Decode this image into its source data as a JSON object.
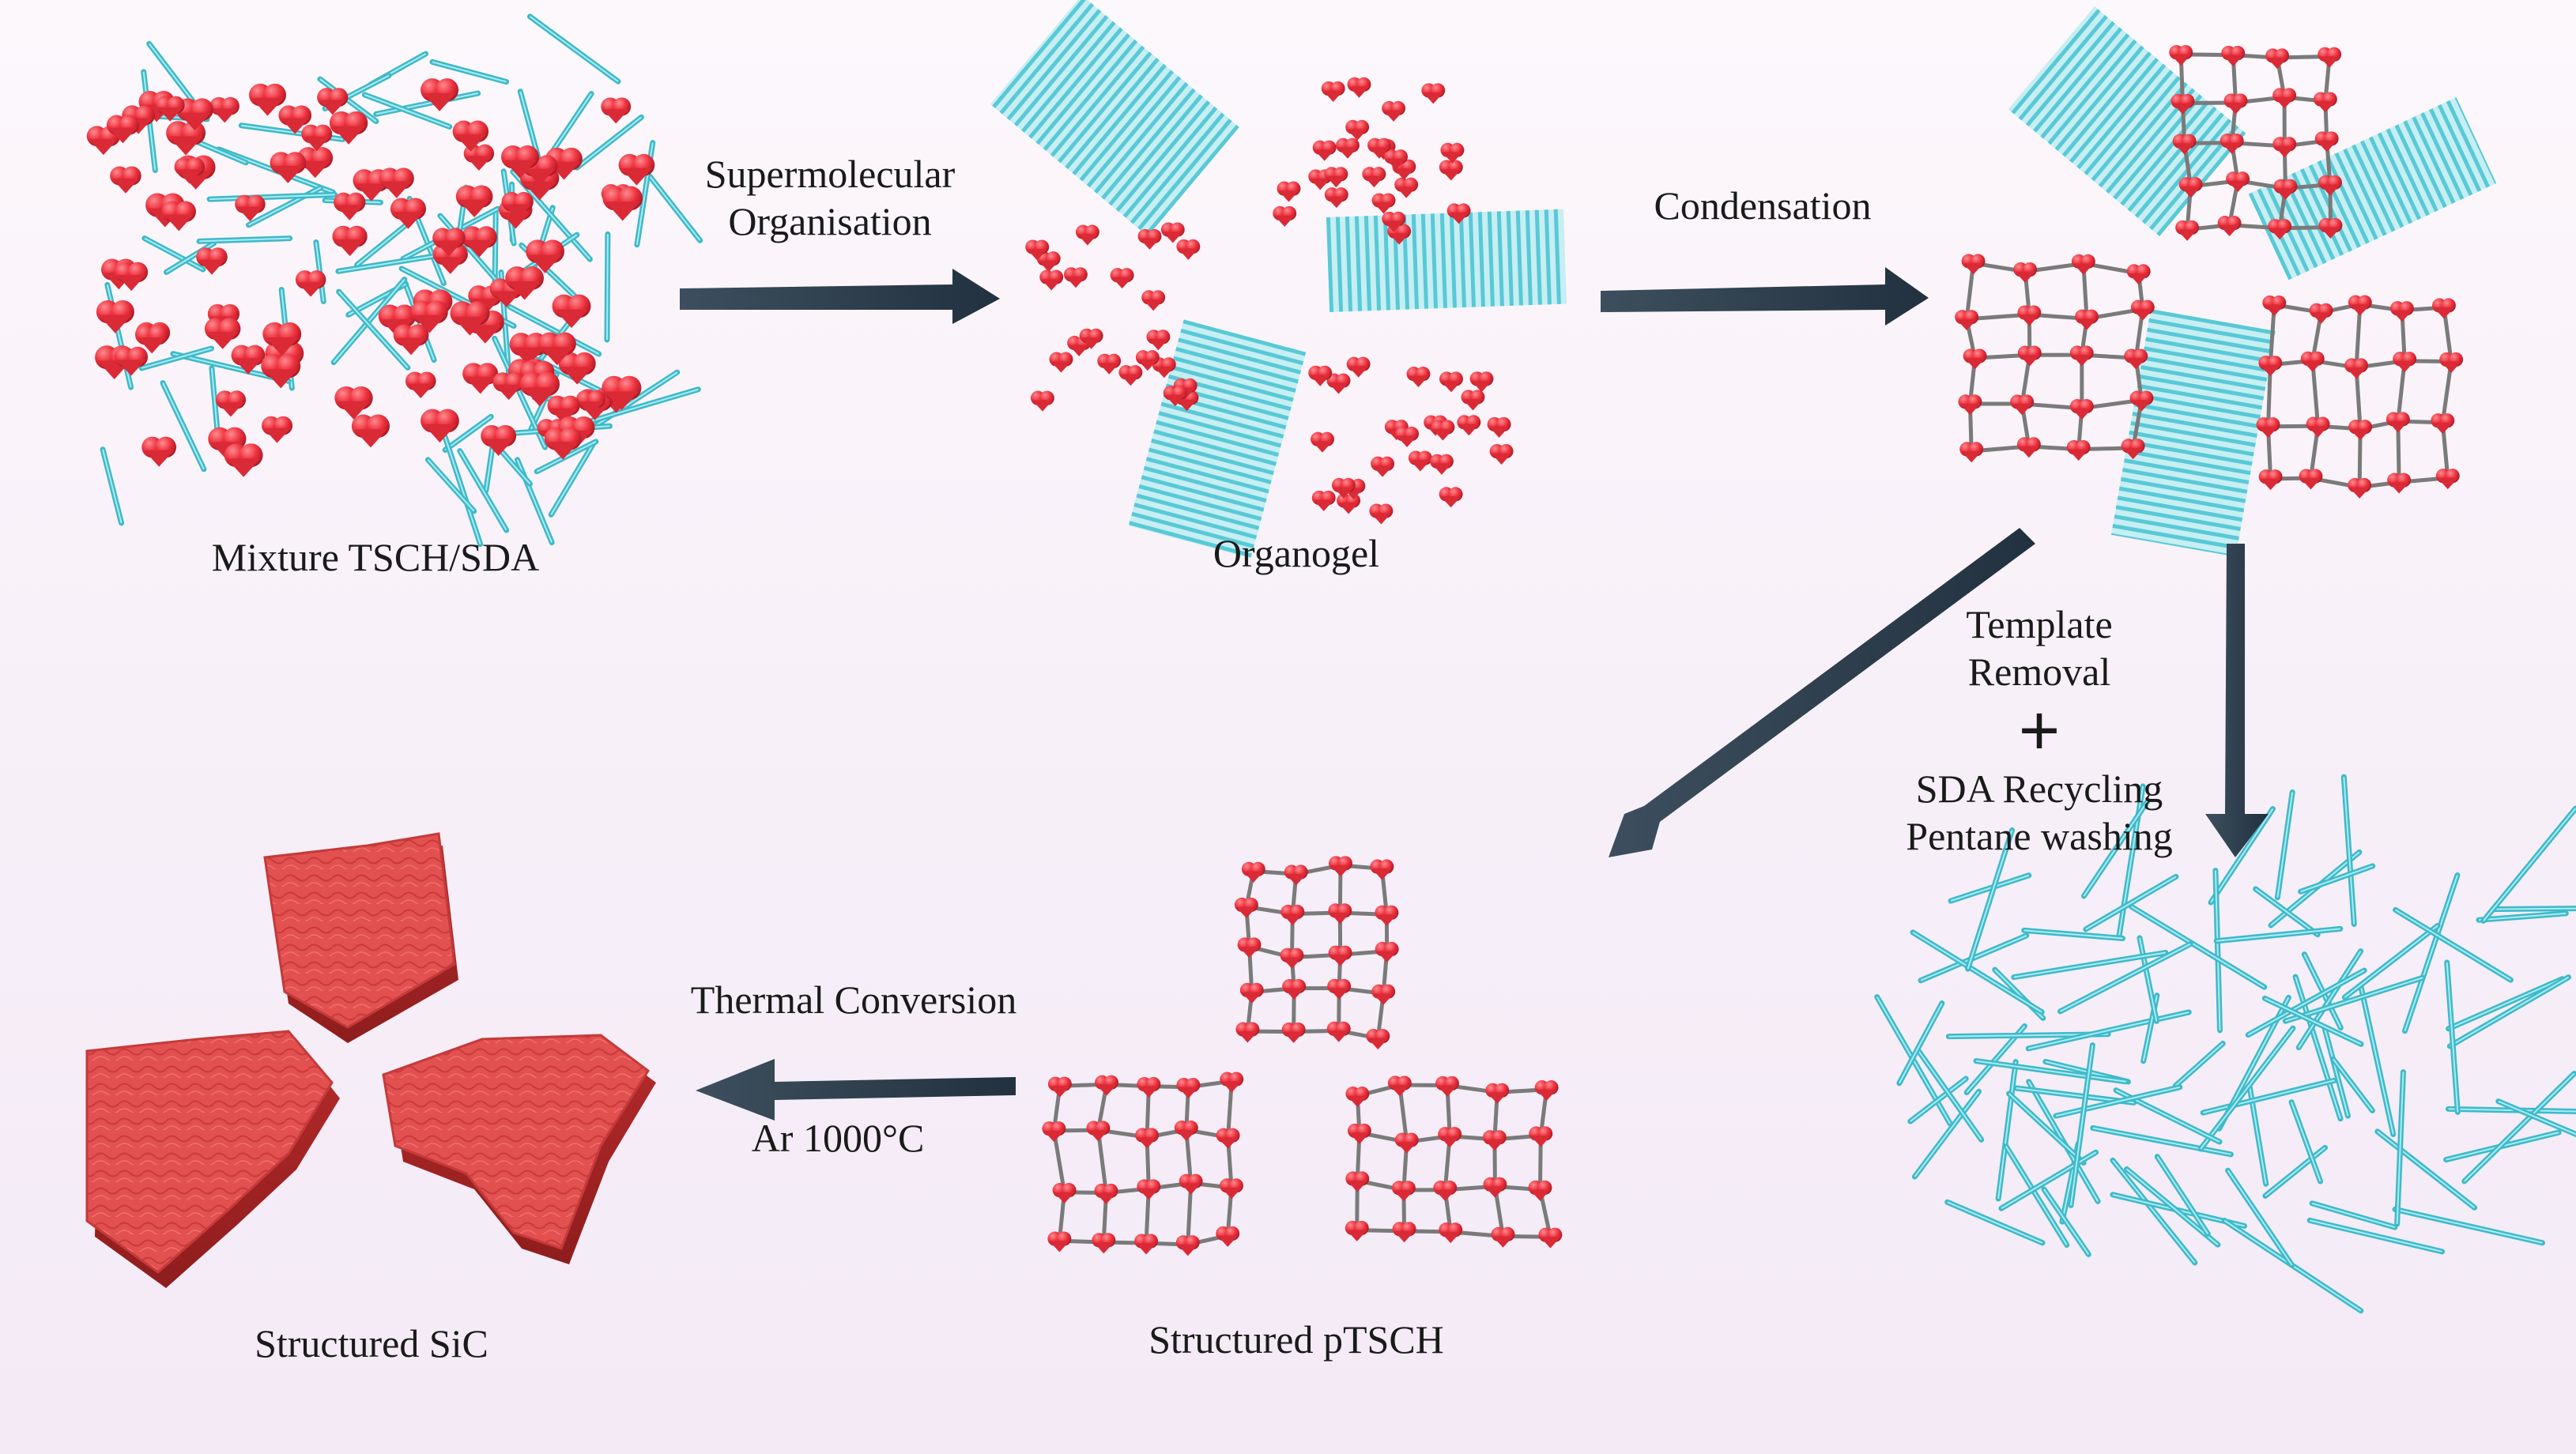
{
  "labels": {
    "mixture": "Mixture TSCH/SDA",
    "organogel": "Organogel",
    "supermolecular_line1": "Supermolecular",
    "supermolecular_line2": "Organisation",
    "condensation": "Condensation",
    "template_line1": "Template",
    "template_line2": "Removal",
    "plus": "+",
    "sda_recycling": "SDA Recycling",
    "pentane_washing": "Pentane washing",
    "thermal_conversion": "Thermal Conversion",
    "ar_temperature": "Ar 1000°C",
    "structured_ptsch": "Structured pTSCH",
    "structured_sic": "Structured SiC"
  },
  "colors": {
    "bead_red": "#ee3340",
    "fiber_cyan": "#4fc6d4",
    "arrow_dark": "#2a3a48",
    "sic_red": "#e04a4a",
    "background": "#f7eff8"
  }
}
